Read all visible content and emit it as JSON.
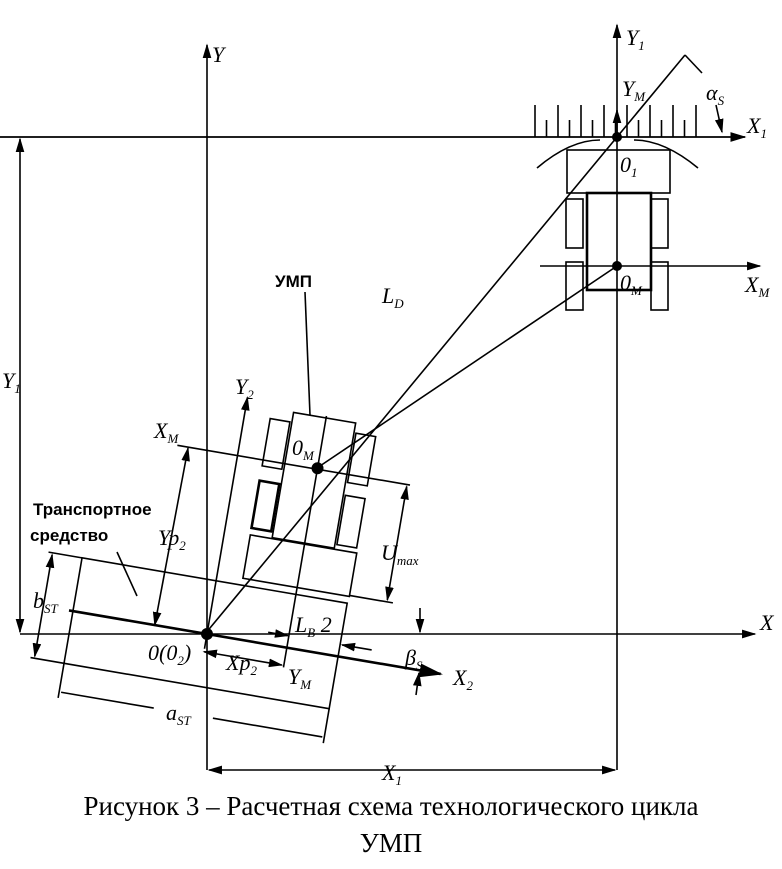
{
  "labels": {
    "Y": {
      "main": "Y",
      "sub": ""
    },
    "X": {
      "main": "X",
      "sub": ""
    },
    "Y1_top": {
      "main": "Y",
      "sub": "1"
    },
    "X1_top": {
      "main": "X",
      "sub": "1"
    },
    "YM_top": {
      "main": "Y",
      "sub": "M"
    },
    "alphaS": {
      "main": "α",
      "sub": "S"
    },
    "O1": {
      "main": "0",
      "sub": "1"
    },
    "OM_top": {
      "main": "0",
      "sub": "M"
    },
    "XM_right": {
      "main": "X",
      "sub": "M"
    },
    "LD": {
      "main": "L",
      "sub": "D"
    },
    "Y2": {
      "main": "Y",
      "sub": "2"
    },
    "XM_left": {
      "main": "X",
      "sub": "M"
    },
    "OM_low": {
      "main": "0",
      "sub": "M"
    },
    "Yp2": {
      "main": "Yp",
      "sub": "2"
    },
    "Umax": {
      "main": "U",
      "sub": "max"
    },
    "bST": {
      "main": "b",
      "sub": "ST"
    },
    "LB2": {
      "main": "L",
      "sub": "B",
      "suffix": " 2"
    },
    "betaS": {
      "main": "β",
      "sub": "S"
    },
    "origin": {
      "main": "0(0",
      "sub": "2",
      "suffix": ")"
    },
    "Xp2": {
      "main": "Xp",
      "sub": "2"
    },
    "YM_low": {
      "main": "Y",
      "sub": "M"
    },
    "X2": {
      "main": "X",
      "sub": "2"
    },
    "aST": {
      "main": "a",
      "sub": "ST"
    },
    "X1_bottom": {
      "main": "X",
      "sub": "1"
    },
    "Y1_left": {
      "main": "Y",
      "sub": "1"
    }
  },
  "ump_label": "УМП",
  "vehicle_label": {
    "line1": "Транспортное",
    "line2": "средство"
  },
  "caption": {
    "line1": "Рисунок 3 – Расчетная схема технологического цикла",
    "line2": "УМП"
  }
}
